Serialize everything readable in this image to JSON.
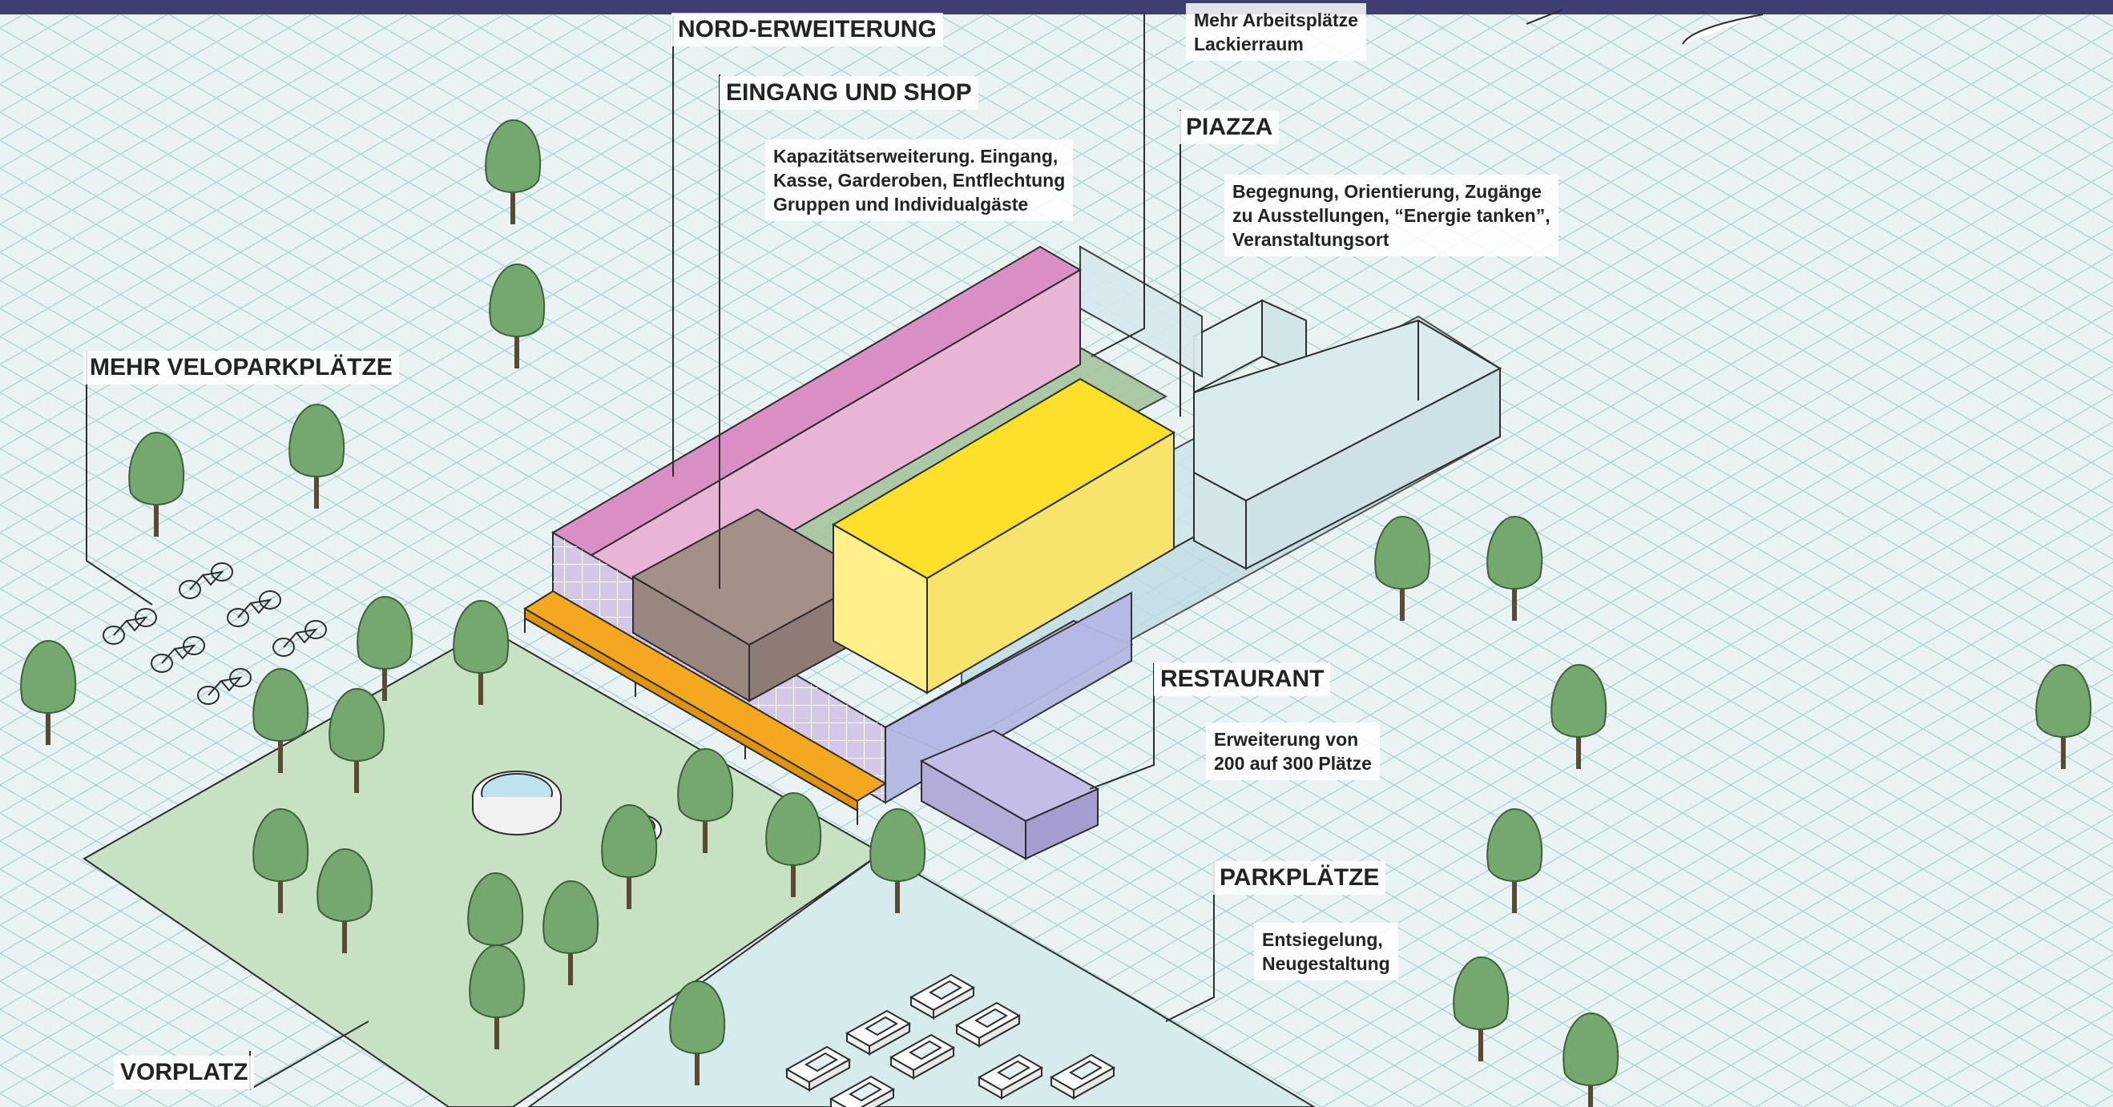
{
  "colors": {
    "background": "#e9f3f3",
    "grid": "#a9d3d5",
    "top_bar": "#3d3f73",
    "green_area": "#c6e2c3",
    "nord_erweiterung": "#d98ec4",
    "eingang_shop": "#9a8680",
    "main_block": "#fde02a",
    "restaurant": "#b9b5e0",
    "canopy": "#f4a81f",
    "outline": "#2d2d2d",
    "tree": "#74a86f"
  },
  "labels": {
    "arbeitsplaetze_desc": "Mehr Arbeitsplätze\nLackierraum",
    "nord_erweiterung": "NORD-ERWEITERUNG",
    "eingang_shop": "EINGANG UND SHOP",
    "eingang_shop_desc": "Kapazitätserweiterung. Eingang,\nKasse, Garderoben, Entflechtung\nGruppen und Individualgäste",
    "piazza": "PIAZZA",
    "piazza_desc": "Begegnung, Orientierung, Zugänge\nzu Ausstellungen, “Energie tanken”,\nVeranstaltungsort",
    "veloparkplaetze": "MEHR VELOPARKPLÄTZE",
    "restaurant": "RESTAURANT",
    "restaurant_desc": "Erweiterung von\n200 auf 300 Plätze",
    "parkplaetze": "PARKPLÄTZE",
    "parkplaetze_desc": "Entsiegelung,\nNeugestaltung",
    "vorplatz": "VORPLATZ"
  },
  "icons": [
    "tree-icon",
    "bicycle-icon",
    "car-icon",
    "fountain-icon"
  ]
}
